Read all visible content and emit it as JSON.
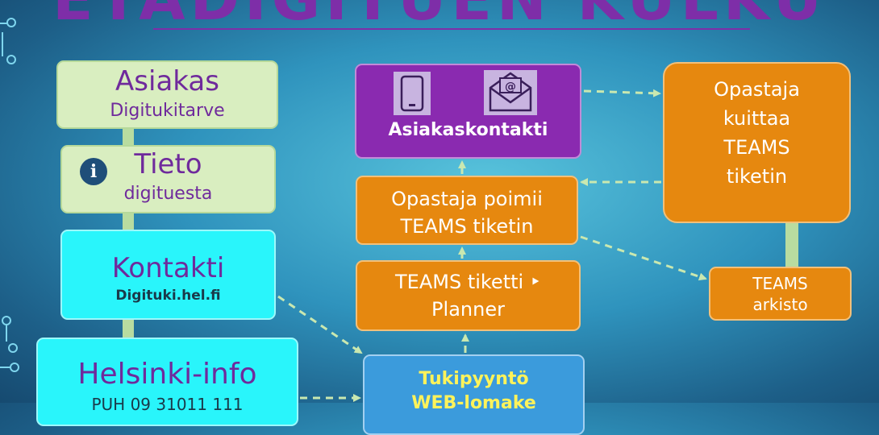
{
  "title": "ETÄDIGITUEN KULKU",
  "boxes": {
    "asiakas": {
      "line1": "Asiakas",
      "line2": "Digitukitarve"
    },
    "tieto": {
      "line1": "Tieto",
      "line2": "digituesta"
    },
    "kontakti": {
      "line1": "Kontakti",
      "line2": "Digituki.hel.fi"
    },
    "helsinki": {
      "line1": "Helsinki-info",
      "line2": "PUH 09 31011 111"
    },
    "asiakaskontakti": {
      "line1": "Asiakaskontakti"
    },
    "poimii": {
      "line1": "Opastaja poimii",
      "line2": "TEAMS tiketin"
    },
    "planner": {
      "line1": "TEAMS tiketti ‣",
      "line2": "Planner"
    },
    "tukipyynto": {
      "line1": "Tukipyyntö",
      "line2": "WEB-lomake"
    },
    "kuittaa": {
      "lines": [
        "Opastaja",
        "kuittaa",
        "TEAMS",
        "tiketin"
      ]
    },
    "arkisto": {
      "line1": "TEAMS",
      "line2": "arkisto"
    }
  },
  "icons": [
    "phone-icon",
    "envelope-icon",
    "info-icon"
  ],
  "colors": {
    "title": "#7e2ea8",
    "green": "#d9eec0",
    "cyan": "#29f5fb",
    "orange": "#e6880f",
    "purple": "#8a2ab0",
    "blue": "#3b9bdc",
    "arrow": "#c9e8b0",
    "yellow_text": "#fff35a"
  }
}
